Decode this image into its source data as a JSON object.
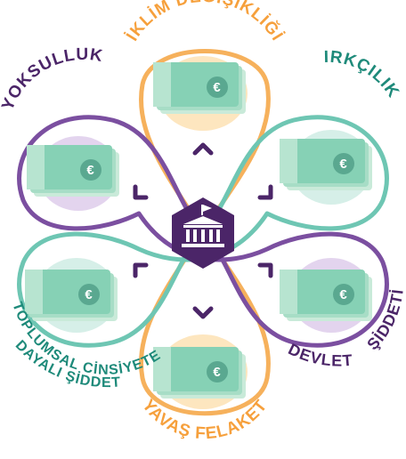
{
  "center_icon": "government-building-icon",
  "currency_symbol": "€",
  "colors": {
    "orange": "#f6b15c",
    "teal": "#6ec6b3",
    "purple": "#7b4fa0",
    "dark_purple": "#4b2568",
    "green_label": "#1e8a7a",
    "bill": "#86d1b5",
    "bill_dark": "#5aa890",
    "bill_edge": "#c9ead9",
    "purple_bg": "#e3d4ee",
    "orange_bg": "#fde6bf"
  },
  "labels": {
    "climate": "İKLİM DEĞİŞİKLİĞİ",
    "racism": "IRKÇILIK",
    "poverty": "YOKSULLUK",
    "state_violence_1": "DEVLET",
    "state_violence_2": "ŞİDDETİ",
    "gbv_1": "TOPLUMSAL CİNSİYETE",
    "gbv_2": "DAYALI ŞİDDET",
    "slow_disaster": "YAVAŞ FELAKET"
  }
}
